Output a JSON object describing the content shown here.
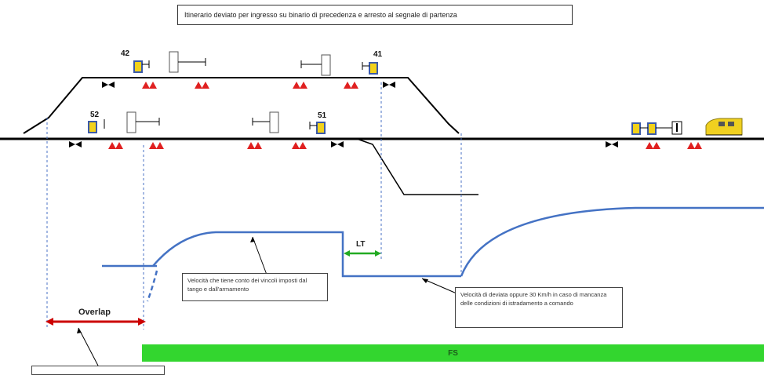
{
  "diagram": {
    "title": "Itinerario deviato per ingresso su binario di precedenza e arresto al segnale di partenza",
    "signals": {
      "s42": "42",
      "s41": "41",
      "s52": "52",
      "s51": "51"
    },
    "notes": {
      "speed_note": "Velocità che tiene conto dei vincoli imposti dal tango e dall'armamento",
      "deviated_note": "Velocità di deviata oppure 30 Km/h in caso di mancanza delle condizioni di istradamento a comando"
    },
    "labels": {
      "overlap": "Overlap",
      "lt": "LT",
      "fs": "FS"
    },
    "colors": {
      "speed_curve": "#4472c4",
      "fs_bar": "#33d62f",
      "overlap_arrow": "#cc0000",
      "lt_arrow": "#22aa22",
      "balise": "#e02020"
    }
  }
}
